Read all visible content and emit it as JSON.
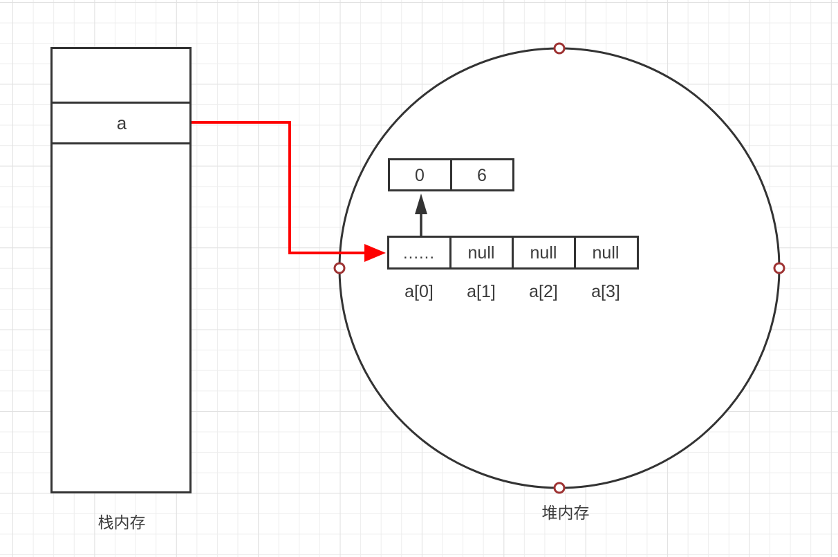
{
  "canvas": {
    "background": "#ffffff",
    "grid_minor_color": "#ededed",
    "grid_major_color": "#e1e1e1"
  },
  "colors": {
    "shape_stroke": "#333333",
    "pointer_red": "#fe0000",
    "handle_stroke": "#9e3232",
    "text": "#3b3b3b"
  },
  "stack": {
    "caption": "栈内存",
    "slots": [
      {
        "value": ""
      },
      {
        "value": "a"
      },
      {
        "value": ""
      }
    ]
  },
  "heap": {
    "caption": "堆内存",
    "object_pair": {
      "cells": [
        "0",
        "6"
      ]
    },
    "array": {
      "cells": [
        "......",
        "null",
        "null",
        "null"
      ],
      "index_labels": [
        "a[0]",
        "a[1]",
        "a[2]",
        "a[3]"
      ]
    }
  }
}
